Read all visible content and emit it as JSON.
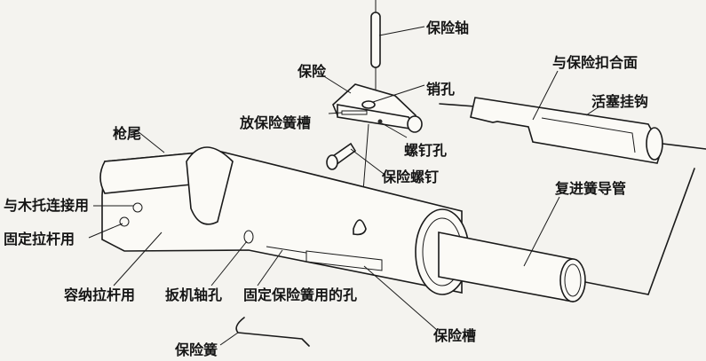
{
  "labels": {
    "safety_axis": "保险轴",
    "safety": "保险",
    "pin_hole": "销孔",
    "safety_spring_slot": "放保险簧槽",
    "screw_hole": "螺钉孔",
    "safety_screw": "保险螺钉",
    "safety_mating_face": "与保险扣合面",
    "piston_hook": "活塞挂钩",
    "gun_tail": "枪尾",
    "recoil_spring_guide": "复进簧导管",
    "stock_connection": "与木托连接用",
    "pull_rod_fixing": "固定拉杆用",
    "pull_rod_housing": "容纳拉杆用",
    "trigger_axis_hole": "扳机轴孔",
    "spring_fixing_hole": "固定保险簧用的孔",
    "safety_groove": "保险槽",
    "safety_spring": "保险簧"
  }
}
